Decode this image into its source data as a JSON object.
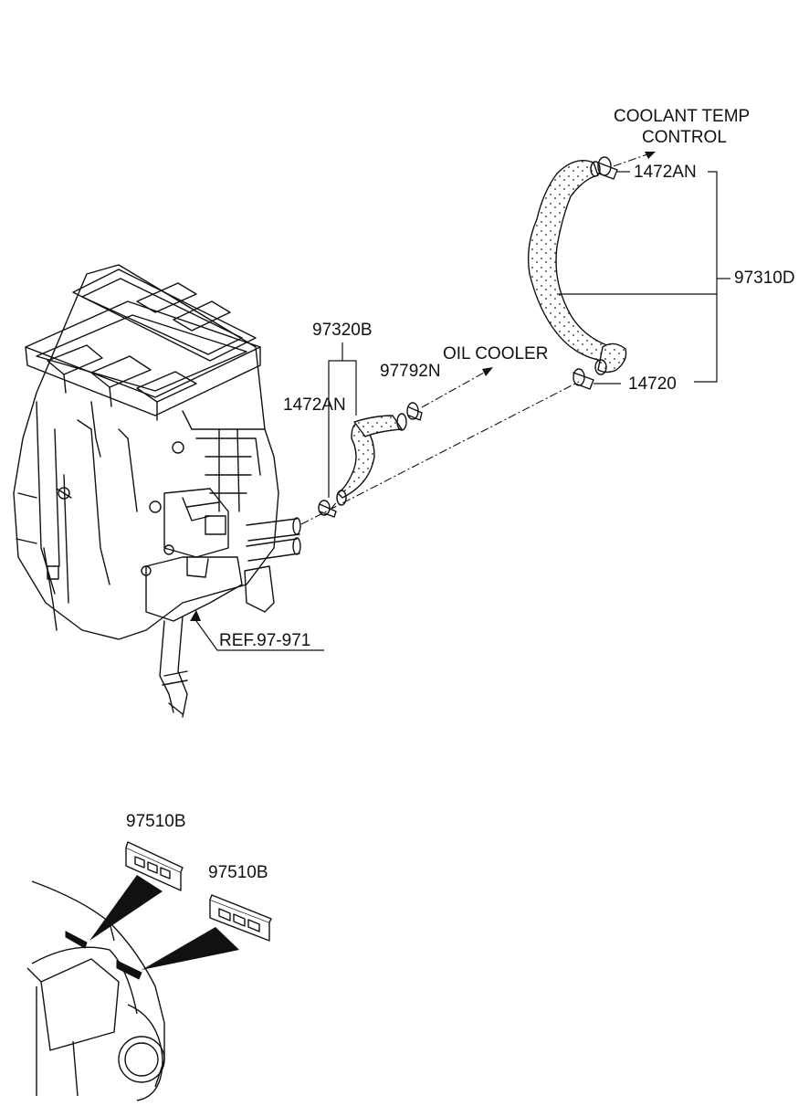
{
  "callouts": {
    "coolant_temp_line1": "COOLANT TEMP",
    "coolant_temp_line2": "CONTROL",
    "clamp_upper": "1472AN",
    "hose_assembly": "97310D",
    "clamp_lower_right": "14720",
    "hose_left": "97320B",
    "clamp_left": "1472AN",
    "clamp_mid": "97792N",
    "oil_cooler": "OIL COOLER",
    "reference": "REF.97-971",
    "vent_upper": "97510B",
    "vent_lower": "97510B"
  },
  "colors": {
    "line": "#111111",
    "background": "#ffffff"
  }
}
